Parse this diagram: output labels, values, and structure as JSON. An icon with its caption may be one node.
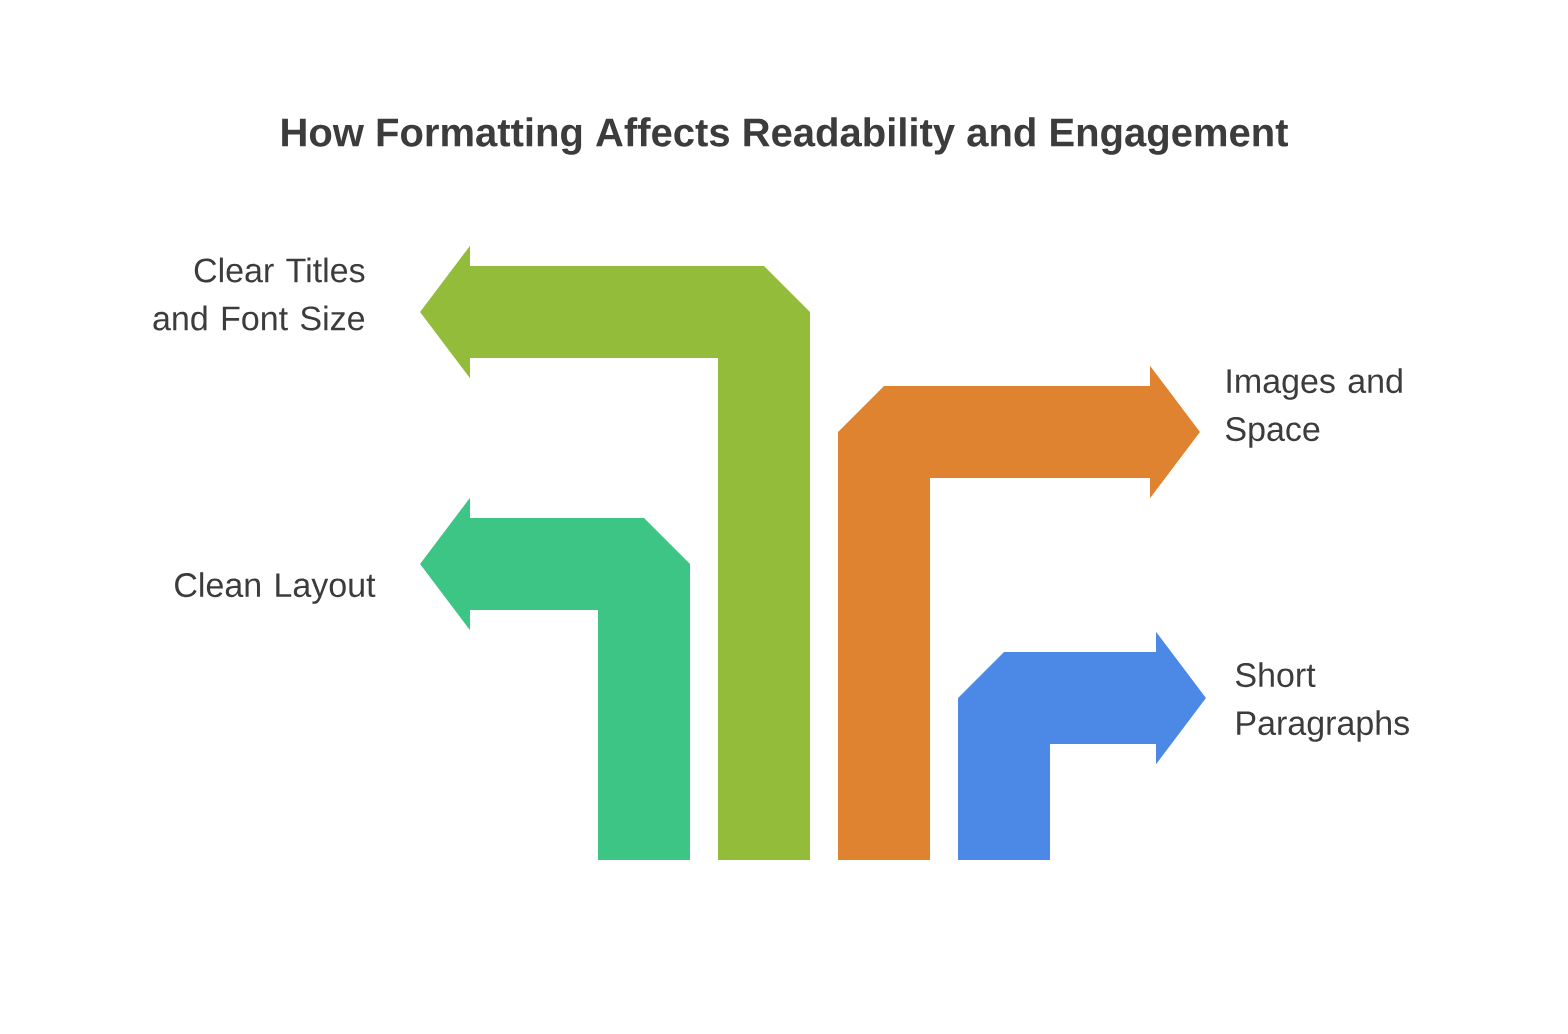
{
  "diagram": {
    "title": "How Formatting Affects Readability and Engagement",
    "nodes": [
      {
        "text": [
          "Clear Titles and Font Size"
        ]
      },
      {
        "text": [
          "Images and Space"
        ]
      },
      {
        "text": [
          "Clean Layout"
        ]
      },
      {
        "text": [
          "Short Paragraphs"
        ]
      }
    ],
    "edges": [
      {
        "from": null,
        "to": 2,
        "arrow": "to",
        "color": "#3cc584"
      },
      {
        "from": null,
        "to": 0,
        "arrow": "to",
        "color": "#92bc3a"
      },
      {
        "from": null,
        "to": 1,
        "arrow": "to",
        "color": "#df8330"
      },
      {
        "from": null,
        "to": 3,
        "arrow": "to",
        "color": "#4c88e5"
      }
    ]
  }
}
